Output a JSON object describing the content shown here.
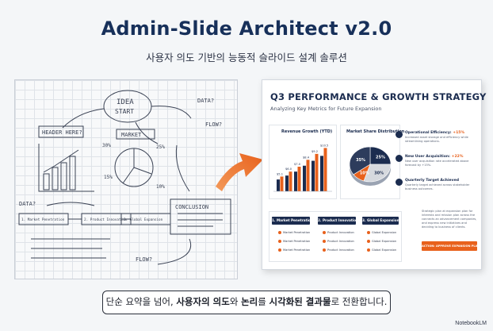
{
  "header": {
    "title": "Admin-Slide Architect v2.0",
    "subtitle": "사용자 의도 기반의 능동적 슬라이드 설계 솔루션"
  },
  "sketch": {
    "idea": "IDEA",
    "start": "START",
    "header_here": "HEADER HERE?",
    "market": "MARKET",
    "data_q1": "DATA?",
    "data_q2": "DATA?",
    "flow_q1": "FLOW?",
    "flow_q2": "FLOW?",
    "conclusion": "CONCLUSION",
    "pct1": "30%",
    "pct2": "25%",
    "pct3": "15%",
    "pct4": "10%",
    "step1": "1. Market Penetration",
    "step2": "2. Product Innovation",
    "step3": "3. Global Expansion"
  },
  "slide": {
    "title": "Q3 PERFORMANCE & GROWTH STRATEGY",
    "subtitle": "Analyzing Key Metrics for Future Expansion",
    "revenue_card_title": "Revenue Growth (YTD)",
    "share_card_title": "Market Share Distribution",
    "metrics": [
      {
        "label": "Operational Efficiency:",
        "value": "+15%",
        "desc": "Increased asset storage and efficiency while streamlining operations."
      },
      {
        "label": "New User Acquisition:",
        "value": "+22%",
        "desc": "New user acquisition rate accelerated above forecast by +15%."
      },
      {
        "label": "Quarterly Target Achieved",
        "value": "",
        "desc": "Quarterly target achieved across stakeholder business outcomes."
      }
    ],
    "steps": [
      {
        "label": "1. Market Penetration",
        "items": [
          "Market Penetration",
          "Market Penetration",
          "Market Penetration"
        ]
      },
      {
        "label": "2. Product Innovation",
        "items": [
          "Product Innovation",
          "Product Innovation",
          "Product Innovation"
        ]
      },
      {
        "label": "3. Global Expansion",
        "items": [
          "Global Expansion",
          "Global Expansion",
          "Global Expansion"
        ]
      }
    ],
    "side_note": "Strategic plan at expansion plan for interests and mission plan across the connects an advancement companies, and express new initiatives and deciding to business of clients.",
    "cta": "ACTION: APPROVE EXPANSION PLAN"
  },
  "chart_data": [
    {
      "type": "bar",
      "title": "Revenue Growth (YTD)",
      "categories": [
        "",
        "",
        "",
        "",
        "",
        ""
      ],
      "series": [
        {
          "color": "#1b2c4f",
          "values": [
            1.2,
            1.6,
            2.0,
            2.6,
            3.1,
            3.6
          ]
        },
        {
          "color": "#e8611c",
          "values": [
            1.5,
            2.0,
            2.5,
            3.2,
            3.8,
            4.4
          ]
        }
      ],
      "data_labels": [
        "$5.1",
        "$6.0",
        "$7.0",
        "$8.4",
        "$9.2",
        "$10.5"
      ],
      "ylim": [
        0,
        5
      ]
    },
    {
      "type": "pie",
      "title": "Market Share Distribution",
      "labels": [
        "25%",
        "30%",
        "10%",
        "35%"
      ],
      "values": [
        25,
        30,
        10,
        35
      ],
      "colors": [
        "#1b2c4f",
        "#d6d9de",
        "#e8611c",
        "#2d3c5c"
      ]
    }
  ],
  "caption": {
    "part1": "단순 요약을 넘어, ",
    "bold1": "사용자의 의도",
    "part2": "와 ",
    "bold2": "논리",
    "part3": "를 ",
    "bold3": "시각화된 결과물",
    "part4": "로 전환합니다."
  },
  "brand": "NotebookLM",
  "colors": {
    "accent": "#e8611c",
    "navy": "#1b2c4f"
  }
}
